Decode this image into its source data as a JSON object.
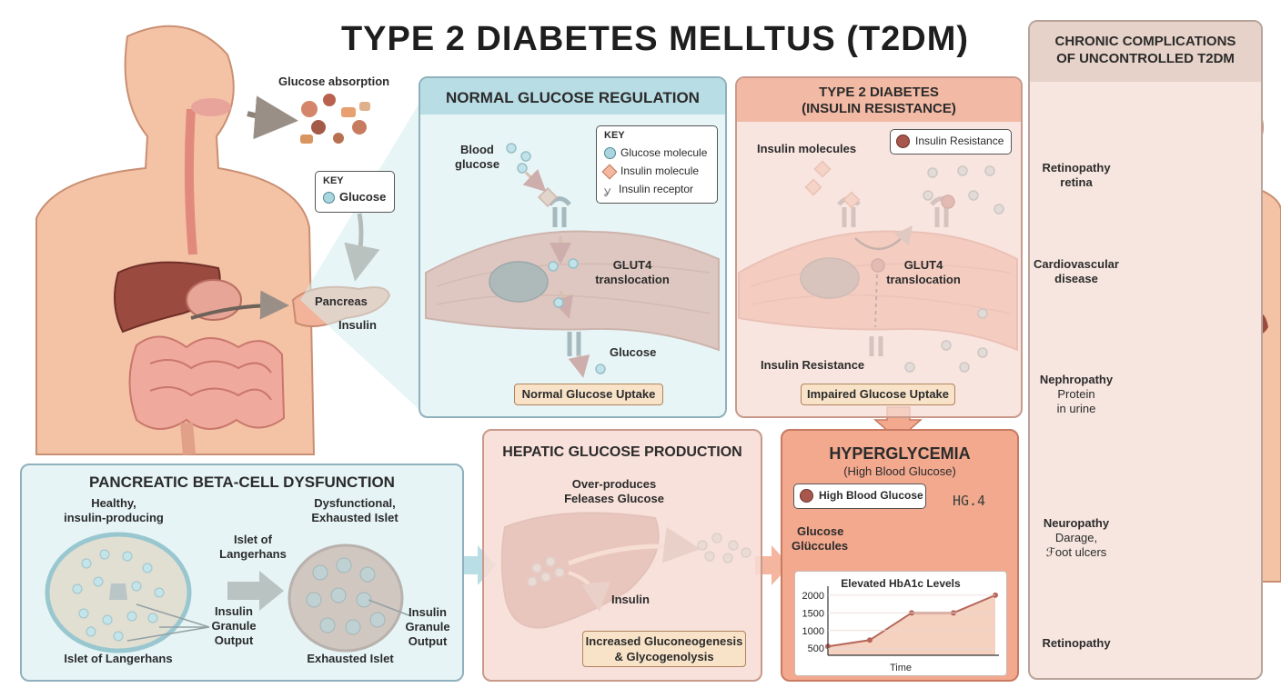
{
  "title": "TYPE 2 DIABETES MELLTUS (T2DM)",
  "anatomy": {
    "glucose_absorption": "Glucose absorption",
    "key_title": "KEY",
    "key_glucose": "Glucose",
    "pancreas": "Pancreas",
    "insulin": "Insulin"
  },
  "normal": {
    "heading": "NORMAL GLUCOSE REGULATION",
    "blood_glucose_1": "Blood",
    "blood_glucose_2": "glucose",
    "key_title": "KEY",
    "key_items": [
      "Glucose molecule",
      "Insulin molecule",
      "Insulin receptor"
    ],
    "glut4_1": "GLUT4",
    "glut4_2": "translocation",
    "glucose": "Glucose",
    "result": "Normal Glucose Uptake"
  },
  "t2d": {
    "heading_1": "TYPE 2 DIABETES",
    "heading_2": "(INSULIN RESISTANCE)",
    "insulin_molecules": "Insulin molecules",
    "key_resistance": "Insulin Resistance",
    "glut4_1": "GLUT4",
    "glut4_2": "translocation",
    "insulin_resistance": "Insulin Resistance",
    "result": "Impaired Glucose Uptake"
  },
  "complications": {
    "heading_1": "CHRONIC COMPLICATIONS",
    "heading_2": "OF UNCONTROLLED T2DM",
    "items": [
      {
        "name": "Retinopathy",
        "detail": "retina"
      },
      {
        "name": "Cardiovascular",
        "detail": "disease"
      },
      {
        "name": "Nephropathy",
        "detail": "Protein",
        "detail2": "in urine"
      },
      {
        "name": "Neuropathy",
        "detail": "Darage,",
        "detail2": "ℱoot ulcers"
      },
      {
        "name": "Retinopathy",
        "detail": ""
      }
    ]
  },
  "beta": {
    "heading": "PANCREATIC BETA-CELL DYSFUNCTION",
    "healthy_1": "Healthy,",
    "healthy_2": "insulin-producing",
    "dysfunctional_1": "Dysfunctional,",
    "dysfunctional_2": "Exhausted Islet",
    "islet_of_1": "Islet of",
    "islet_of_2": "Langerhans",
    "granule_1": "Insulin",
    "granule_2": "Granule",
    "granule_3": "Output",
    "islet_label": "Islet of Langerhans",
    "exhausted_label": "Exhausted Islet"
  },
  "hepatic": {
    "heading": "HEPATIC GLUCOSE PRODUCTION",
    "over_1": "Over-produces",
    "over_2": "Feleases Glucose",
    "insulin": "Insulin",
    "result_1": "Increased Gluconeogenesis",
    "result_2": "& Glycogenolysis"
  },
  "hyper": {
    "heading": "HYPERGLYCEMIA",
    "subheading": "(High Blood Glucose)",
    "key_high": "High Blood Glucose",
    "glucose_1": "Glucose",
    "glucose_2": "Glüccules",
    "meter_display": "HG.4"
  },
  "chart_data": {
    "type": "area",
    "title": "Elevated HbA1c Levels",
    "xlabel": "Time",
    "ylabel": "",
    "yticks": [
      2000,
      1500,
      1000,
      500
    ],
    "ylim": [
      300,
      2100
    ],
    "x": [
      0,
      1,
      2,
      3,
      4
    ],
    "values": [
      550,
      730,
      1500,
      1500,
      2000
    ],
    "colors": {
      "line": "#b5675a",
      "fill": "#f3c9b5"
    }
  },
  "colors": {
    "blue_panel": "#d6ecf0",
    "pink_panel": "#f7dcd4",
    "hyper_panel": "#f2a98e",
    "complication_panel": "#f6e6df",
    "skin": "#f4c2a5"
  }
}
